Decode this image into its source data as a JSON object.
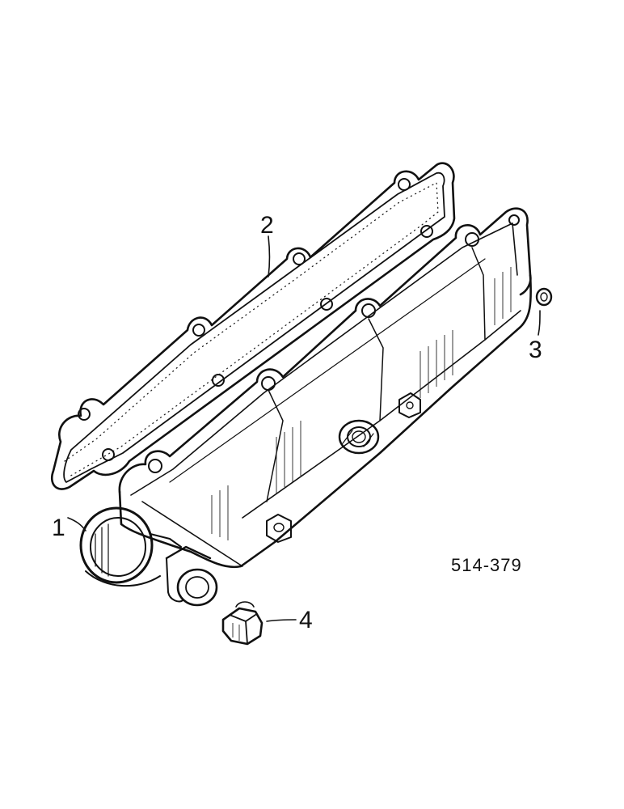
{
  "diagram": {
    "figure_number": "514-379",
    "callouts": [
      {
        "id": "1",
        "label": "1"
      },
      {
        "id": "2",
        "label": "2"
      },
      {
        "id": "3",
        "label": "3"
      },
      {
        "id": "4",
        "label": "4"
      }
    ],
    "ink_color": "#111111",
    "background_color": "#ffffff"
  }
}
